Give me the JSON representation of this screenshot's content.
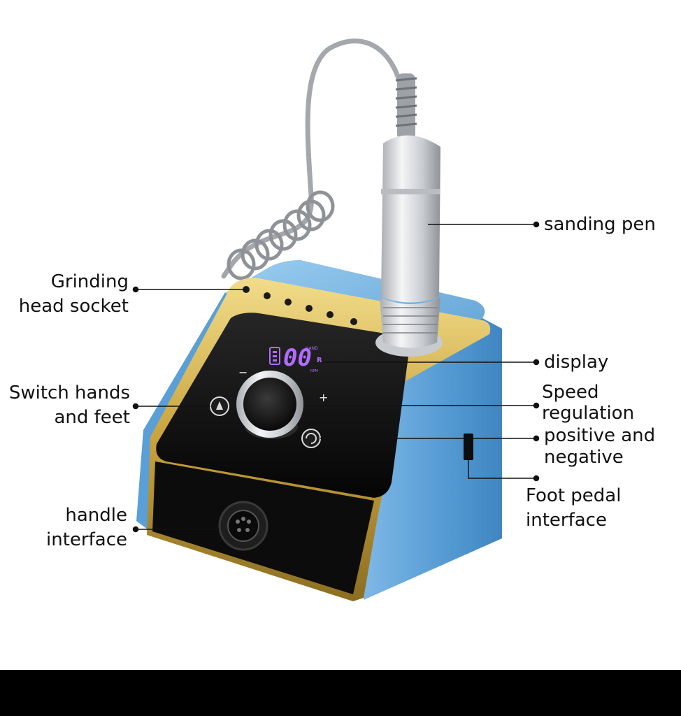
{
  "labels": {
    "grinding_socket": {
      "line1": "Grinding",
      "line2": "head socket"
    },
    "switch_hands_feet": {
      "line1": "Switch hands",
      "line2": "and feet"
    },
    "handle_interface": {
      "line1": "handle",
      "line2": "interface"
    },
    "sanding_pen": {
      "line1": "sanding pen"
    },
    "display": {
      "line1": "display"
    },
    "speed_regulation": {
      "line1": "Speed",
      "line2": "regulation"
    },
    "positive_negative": {
      "line1": "positive and",
      "line2": "negative"
    },
    "foot_pedal": {
      "line1": "Foot pedal",
      "line2": "interface"
    }
  },
  "device_display": {
    "readout": "00",
    "unit": "R",
    "mode_tag": "HAND",
    "rpm_tag": "RPM",
    "minus": "−",
    "plus": "+"
  },
  "colors": {
    "body_blue": "#5a9fd6",
    "trim_gold": "#d8b84a",
    "panel_black": "#111111",
    "display_purple": "#b06cff",
    "pen_silver": "#d4d7db",
    "cable_gray": "#9a9ea3"
  },
  "icons": [
    "hand-foot-switch-icon",
    "rotation-direction-icon",
    "handle-port-icon"
  ]
}
